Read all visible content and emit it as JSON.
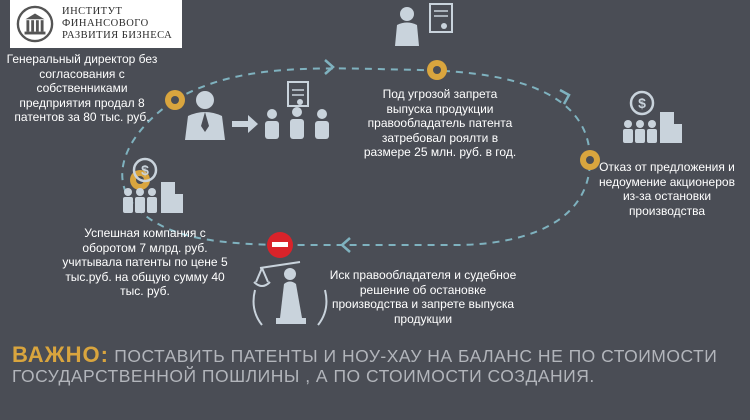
{
  "logo": {
    "line1": "ИНСТИТУТ",
    "line2": "ФИНАНСОВОГО",
    "line3": "РАЗВИТИЯ БИЗНЕСА"
  },
  "steps": {
    "director": "Генеральный директор без согласования с собственниками предприятия продал 8 патентов за 80 тыс. руб.",
    "threat": "Под угрозой запрета выпуска продукции правообладатель патента затребовал роялти в размере 25 млн. руб. в год.",
    "refusal": "Отказ от предложения и недоумение акционеров из-за остановки производства",
    "success": "Успешная компания с оборотом 7 млрд. руб. учитывала патенты по цене 5 тыс.руб. на общую сумму 40 тыс. руб.",
    "lawsuit": "Иск правообладателя и судебное решение об остановке производства и запрете выпуска продукции"
  },
  "important": {
    "lead": "ВАЖНО:",
    "text": "ПОСТАВИТЬ ПАТЕНТЫ И НОУ-ХАУ НА БАЛАНС НЕ ПО СТОИМОСТИ ГОСУДАРСТВЕННОЙ ПОШЛИНЫ , А ПО СТОИМОСТИ СОЗДАНИЯ."
  },
  "colors": {
    "background": "#4a4d55",
    "accent": "#d9a53e",
    "icon": "#c9d3dc",
    "stop": "#d9232a"
  }
}
